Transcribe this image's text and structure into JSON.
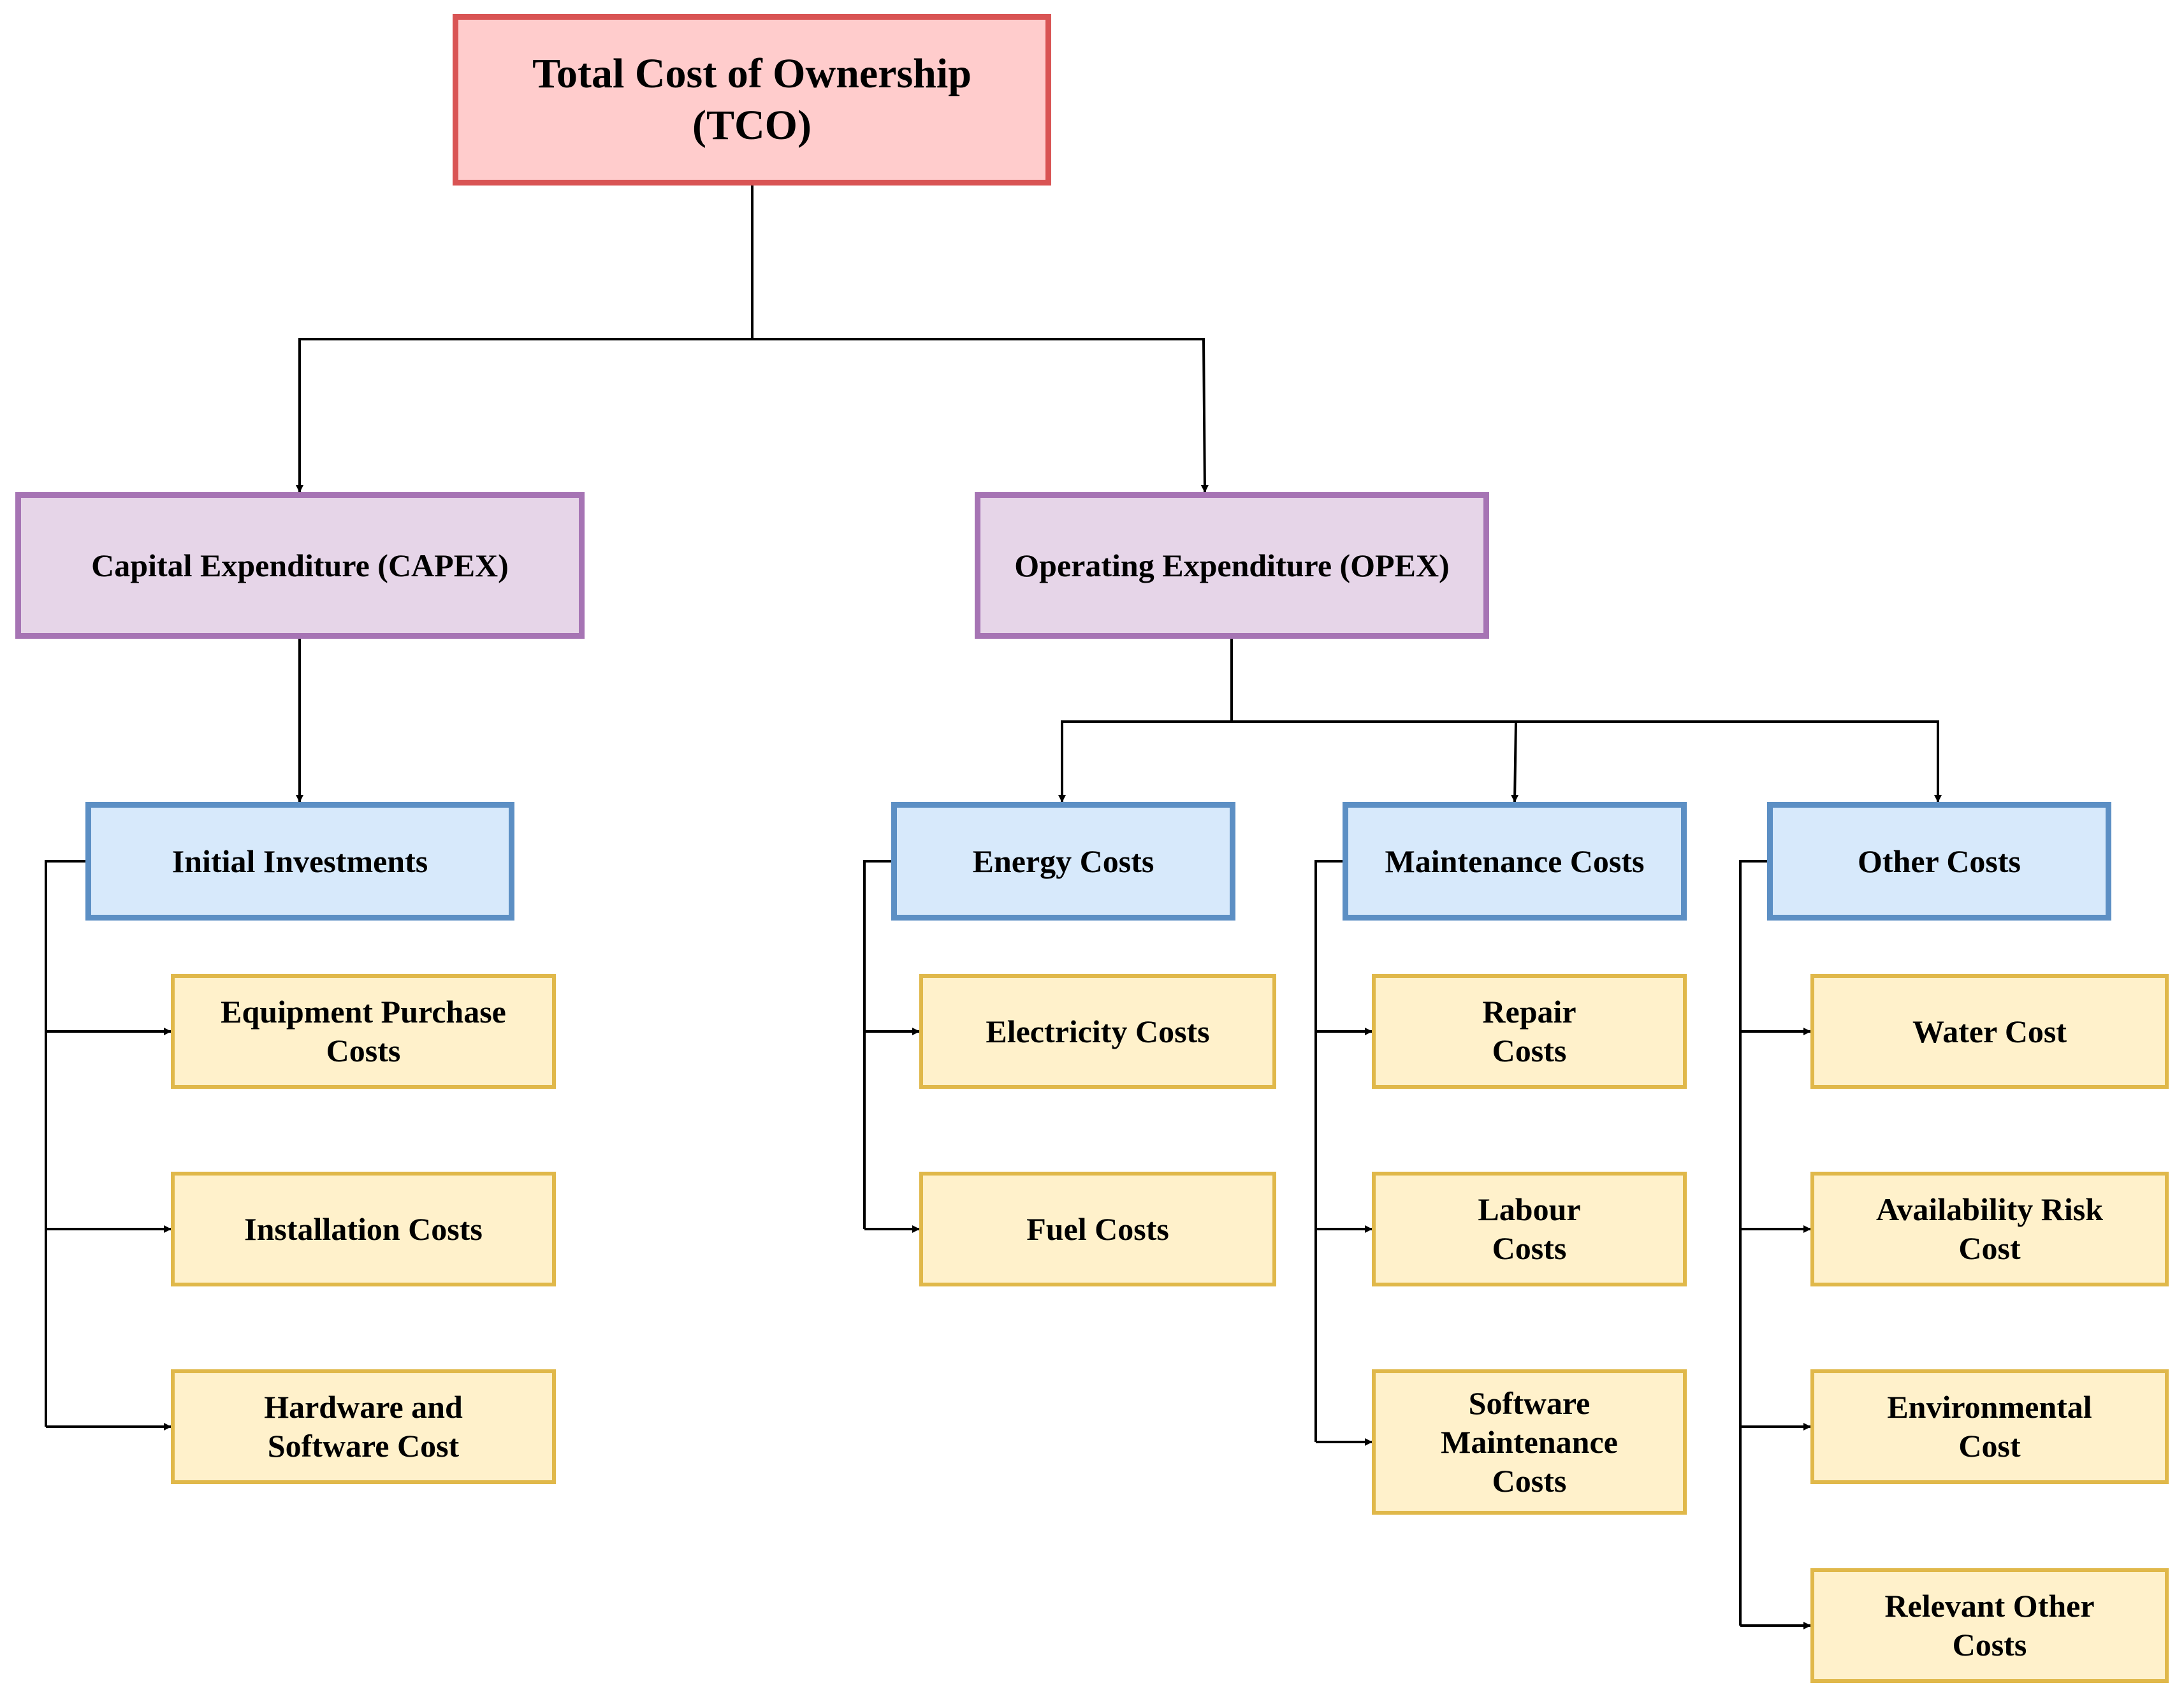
{
  "colors": {
    "root_fill": "#ffcccc",
    "root_border": "#d95454",
    "expenditure_fill": "#e6d5e8",
    "expenditure_border": "#a674b4",
    "category_fill": "#d7e9fb",
    "category_border": "#5c8fc4",
    "item_fill": "#fff1cb",
    "item_border": "#e0b84a",
    "line": "#000000"
  },
  "root": {
    "label": "Total Cost of Ownership\n(TCO)"
  },
  "capex": {
    "label": "Capital Expenditure (CAPEX)",
    "initial_investments": {
      "label": "Initial Investments",
      "items": [
        "Equipment Purchase\nCosts",
        "Installation Costs",
        "Hardware and\nSoftware Cost"
      ]
    }
  },
  "opex": {
    "label": "Operating Expenditure (OPEX)",
    "energy": {
      "label": "Energy Costs",
      "items": [
        "Electricity Costs",
        "Fuel Costs"
      ]
    },
    "maintenance": {
      "label": "Maintenance Costs",
      "items": [
        "Repair\nCosts",
        "Labour\nCosts",
        "Software\nMaintenance\nCosts"
      ]
    },
    "other": {
      "label": "Other Costs",
      "items": [
        "Water Cost",
        "Availability Risk\nCost",
        "Environmental\nCost",
        "Relevant Other\nCosts"
      ]
    }
  }
}
